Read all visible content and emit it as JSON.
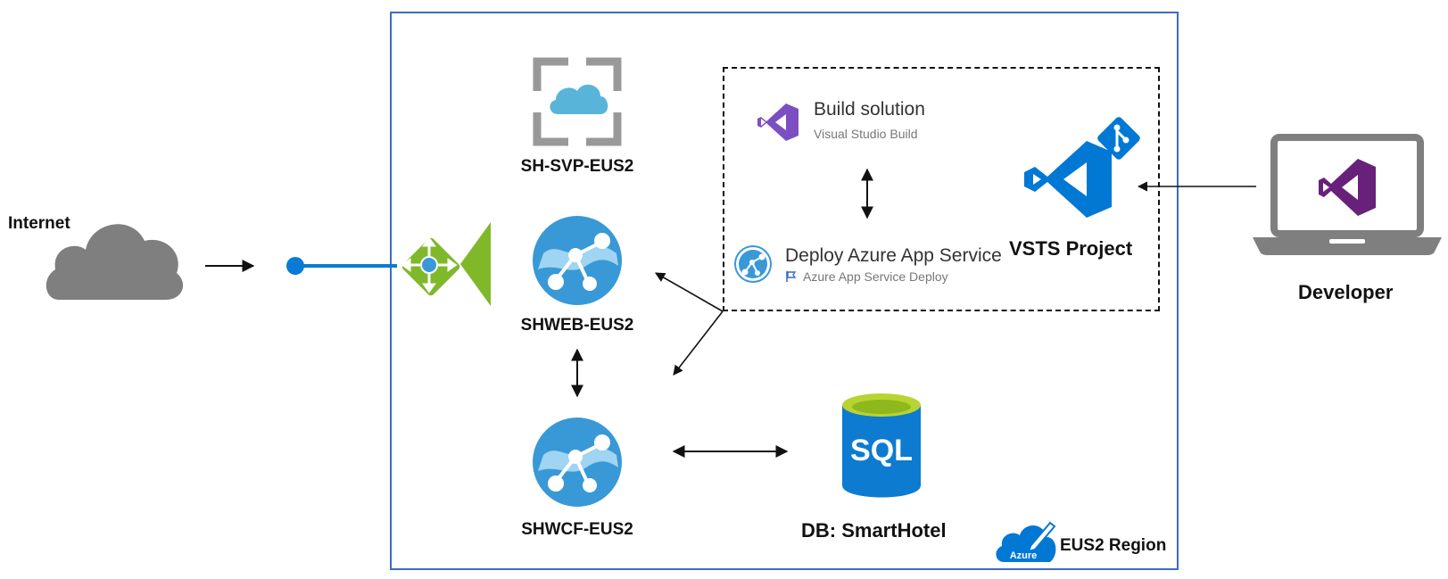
{
  "labels": {
    "internet": "Internet",
    "developer": "Developer",
    "region": "EUS2 Region",
    "azure_badge": "Azure",
    "vsts_project": "VSTS Project",
    "sql_icon_text": "SQL",
    "db": "DB: SmartHotel"
  },
  "nodes": {
    "svp": "SH-SVP-EUS2",
    "web": "SHWEB-EUS2",
    "wcf": "SHWCF-EUS2"
  },
  "pipeline": {
    "build_title": "Build solution",
    "build_sub": "Visual Studio Build",
    "deploy_title": "Deploy Azure App Service",
    "deploy_sub": "Azure App Service Deploy"
  },
  "colors": {
    "region_border": "#3b6cc4",
    "cloud_gray": "#7f7f7f",
    "azure_blue": "#0078d4",
    "web_blue": "#3999d6",
    "vs_purple": "#68217a",
    "gateway_green": "#7fb92a",
    "sql_blue": "#0d7bd0",
    "sql_top": "#b8d432"
  }
}
